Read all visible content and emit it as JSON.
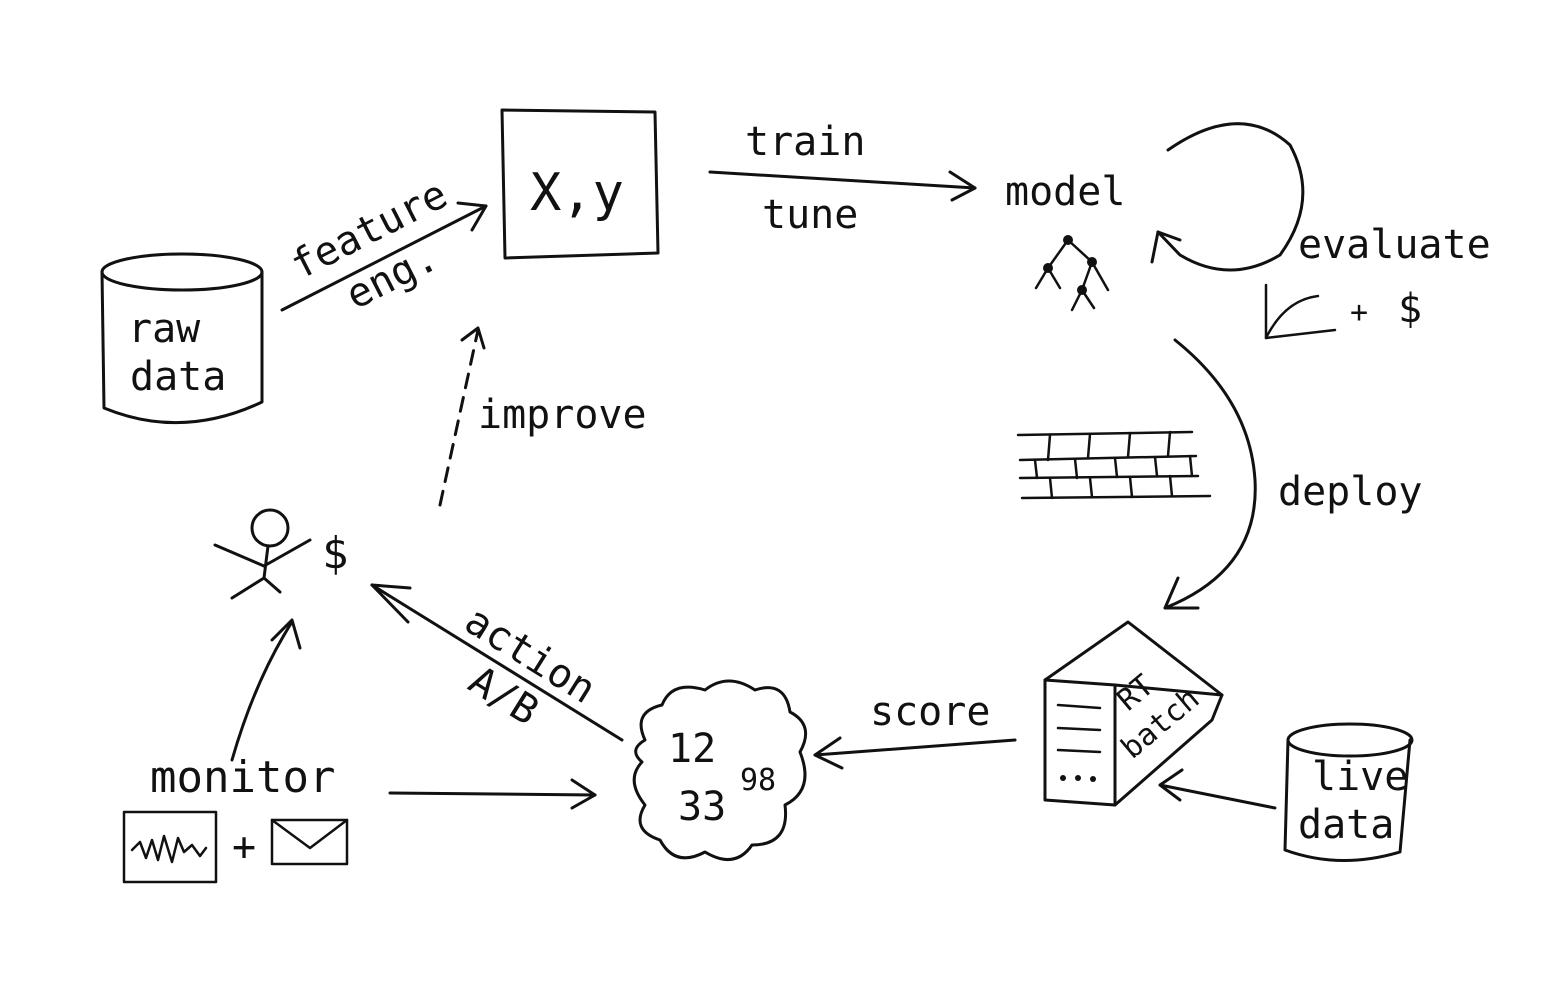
{
  "colors": {
    "ink": "#111111",
    "background": "#ffffff"
  },
  "nodes": {
    "raw_data": {
      "line1": "raw",
      "line2": "data"
    },
    "dataset": {
      "label": "X,y"
    },
    "model": {
      "label": "model"
    },
    "server": {
      "line1": "RT",
      "line2": "batch"
    },
    "live_data": {
      "line1": "live",
      "line2": "data"
    },
    "scores": {
      "values": [
        "12",
        "98",
        "33"
      ]
    },
    "person_dollar": "$",
    "monitor": {
      "label": "monitor",
      "plus": "+"
    },
    "evaluate": {
      "label": "evaluate",
      "plus": "+",
      "dollar": "$"
    }
  },
  "edges": {
    "feature_eng": {
      "line1": "feature",
      "line2": "eng."
    },
    "train_tune": {
      "line1": "train",
      "line2": "tune"
    },
    "deploy": "deploy",
    "score": "score",
    "action": {
      "line1": "action",
      "line2": "A/B"
    },
    "improve": "improve"
  },
  "icons": [
    "database-icon",
    "tree-icon",
    "firewall-icon",
    "server-icon",
    "stick-figure-icon",
    "waveform-icon",
    "envelope-icon",
    "roc-curve-icon"
  ]
}
